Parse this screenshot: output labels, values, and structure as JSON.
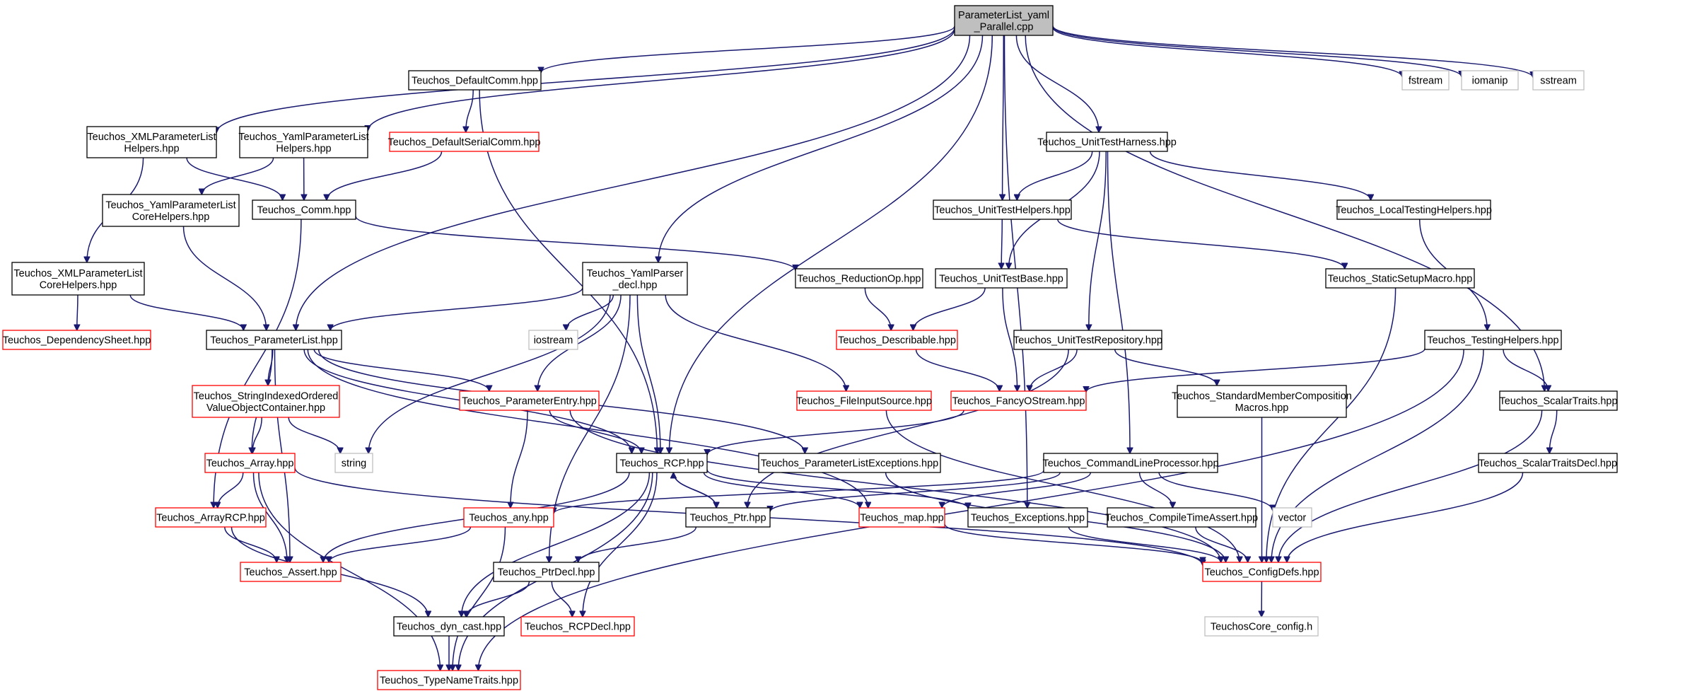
{
  "graph": {
    "title": "ParameterList_yaml_Parallel.cpp include dependency graph",
    "nodes": [
      {
        "id": "root",
        "lines": [
          "ParameterList_yaml",
          "_Parallel.cpp"
        ],
        "kind": "root"
      },
      {
        "id": "defcomm",
        "lines": [
          "Teuchos_DefaultComm.hpp"
        ],
        "kind": "normal"
      },
      {
        "id": "fstream",
        "lines": [
          "fstream"
        ],
        "kind": "system"
      },
      {
        "id": "iomanip",
        "lines": [
          "iomanip"
        ],
        "kind": "system"
      },
      {
        "id": "sstream",
        "lines": [
          "sstream"
        ],
        "kind": "system"
      },
      {
        "id": "xmlhelp",
        "lines": [
          "Teuchos_XMLParameterList",
          "Helpers.hpp"
        ],
        "kind": "normal"
      },
      {
        "id": "yamlhelp",
        "lines": [
          "Teuchos_YamlParameterList",
          "Helpers.hpp"
        ],
        "kind": "normal"
      },
      {
        "id": "defserial",
        "lines": [
          "Teuchos_DefaultSerialComm.hpp"
        ],
        "kind": "truncated"
      },
      {
        "id": "utharness",
        "lines": [
          "Teuchos_UnitTestHarness.hpp"
        ],
        "kind": "normal"
      },
      {
        "id": "yamlcore",
        "lines": [
          "Teuchos_YamlParameterList",
          "CoreHelpers.hpp"
        ],
        "kind": "normal"
      },
      {
        "id": "comm",
        "lines": [
          "Teuchos_Comm.hpp"
        ],
        "kind": "normal"
      },
      {
        "id": "uthelpers",
        "lines": [
          "Teuchos_UnitTestHelpers.hpp"
        ],
        "kind": "normal"
      },
      {
        "id": "localtest",
        "lines": [
          "Teuchos_LocalTestingHelpers.hpp"
        ],
        "kind": "normal"
      },
      {
        "id": "xmlcore",
        "lines": [
          "Teuchos_XMLParameterList",
          "CoreHelpers.hpp"
        ],
        "kind": "normal"
      },
      {
        "id": "yamlparser",
        "lines": [
          "Teuchos_YamlParser",
          "_decl.hpp"
        ],
        "kind": "normal"
      },
      {
        "id": "reduction",
        "lines": [
          "Teuchos_ReductionOp.hpp"
        ],
        "kind": "normal"
      },
      {
        "id": "utbase",
        "lines": [
          "Teuchos_UnitTestBase.hpp"
        ],
        "kind": "normal"
      },
      {
        "id": "staticsetup",
        "lines": [
          "Teuchos_StaticSetupMacro.hpp"
        ],
        "kind": "normal"
      },
      {
        "id": "depsheet",
        "lines": [
          "Teuchos_DependencySheet.hpp"
        ],
        "kind": "truncated"
      },
      {
        "id": "plist",
        "lines": [
          "Teuchos_ParameterList.hpp"
        ],
        "kind": "normal"
      },
      {
        "id": "iostream",
        "lines": [
          "iostream"
        ],
        "kind": "system"
      },
      {
        "id": "describable",
        "lines": [
          "Teuchos_Describable.hpp"
        ],
        "kind": "truncated"
      },
      {
        "id": "utrepo",
        "lines": [
          "Teuchos_UnitTestRepository.hpp"
        ],
        "kind": "normal"
      },
      {
        "id": "testhelpers",
        "lines": [
          "Teuchos_TestingHelpers.hpp"
        ],
        "kind": "normal"
      },
      {
        "id": "strindexed",
        "lines": [
          "Teuchos_StringIndexedOrdered",
          "ValueObjectContainer.hpp"
        ],
        "kind": "truncated"
      },
      {
        "id": "pentry",
        "lines": [
          "Teuchos_ParameterEntry.hpp"
        ],
        "kind": "truncated"
      },
      {
        "id": "fileinput",
        "lines": [
          "Teuchos_FileInputSource.hpp"
        ],
        "kind": "truncated"
      },
      {
        "id": "fancyostream",
        "lines": [
          "Teuchos_FancyOStream.hpp"
        ],
        "kind": "truncated"
      },
      {
        "id": "stdmember",
        "lines": [
          "Teuchos_StandardMemberComposition",
          "Macros.hpp"
        ],
        "kind": "normal"
      },
      {
        "id": "scalartraits",
        "lines": [
          "Teuchos_ScalarTraits.hpp"
        ],
        "kind": "normal"
      },
      {
        "id": "array",
        "lines": [
          "Teuchos_Array.hpp"
        ],
        "kind": "truncated"
      },
      {
        "id": "string",
        "lines": [
          "string"
        ],
        "kind": "system"
      },
      {
        "id": "rcp",
        "lines": [
          "Teuchos_RCP.hpp"
        ],
        "kind": "normal"
      },
      {
        "id": "plexcept",
        "lines": [
          "Teuchos_ParameterListExceptions.hpp"
        ],
        "kind": "normal"
      },
      {
        "id": "cmdline",
        "lines": [
          "Teuchos_CommandLineProcessor.hpp"
        ],
        "kind": "normal"
      },
      {
        "id": "scalartraitsdecl",
        "lines": [
          "Teuchos_ScalarTraitsDecl.hpp"
        ],
        "kind": "normal"
      },
      {
        "id": "arrayrcp",
        "lines": [
          "Teuchos_ArrayRCP.hpp"
        ],
        "kind": "truncated"
      },
      {
        "id": "any",
        "lines": [
          "Teuchos_any.hpp"
        ],
        "kind": "truncated"
      },
      {
        "id": "ptr",
        "lines": [
          "Teuchos_Ptr.hpp"
        ],
        "kind": "normal"
      },
      {
        "id": "map",
        "lines": [
          "Teuchos_map.hpp"
        ],
        "kind": "truncated"
      },
      {
        "id": "exceptions",
        "lines": [
          "Teuchos_Exceptions.hpp"
        ],
        "kind": "normal"
      },
      {
        "id": "compiletime",
        "lines": [
          "Teuchos_CompileTimeAssert.hpp"
        ],
        "kind": "normal"
      },
      {
        "id": "vector",
        "lines": [
          "vector"
        ],
        "kind": "system"
      },
      {
        "id": "assert",
        "lines": [
          "Teuchos_Assert.hpp"
        ],
        "kind": "truncated"
      },
      {
        "id": "ptrdecl",
        "lines": [
          "Teuchos_PtrDecl.hpp"
        ],
        "kind": "normal"
      },
      {
        "id": "configdefs",
        "lines": [
          "Teuchos_ConfigDefs.hpp"
        ],
        "kind": "truncated"
      },
      {
        "id": "dyncast",
        "lines": [
          "Teuchos_dyn_cast.hpp"
        ],
        "kind": "normal"
      },
      {
        "id": "rcpdecl",
        "lines": [
          "Teuchos_RCPDecl.hpp"
        ],
        "kind": "truncated"
      },
      {
        "id": "coreconfig",
        "lines": [
          "TeuchosCore_config.h"
        ],
        "kind": "system"
      },
      {
        "id": "typename",
        "lines": [
          "Teuchos_TypeNameTraits.hpp"
        ],
        "kind": "truncated"
      }
    ],
    "edges": [
      [
        "root",
        "defcomm"
      ],
      [
        "root",
        "fstream"
      ],
      [
        "root",
        "iomanip"
      ],
      [
        "root",
        "sstream"
      ],
      [
        "root",
        "xmlhelp"
      ],
      [
        "root",
        "yamlhelp"
      ],
      [
        "root",
        "utharness"
      ],
      [
        "root",
        "uthelpers"
      ],
      [
        "root",
        "plist"
      ],
      [
        "root",
        "yamlparser"
      ],
      [
        "root",
        "rcp"
      ],
      [
        "root",
        "exceptions"
      ],
      [
        "root",
        "scalartraits"
      ],
      [
        "defcomm",
        "defserial"
      ],
      [
        "defcomm",
        "rcp"
      ],
      [
        "xmlhelp",
        "xmlcore"
      ],
      [
        "xmlhelp",
        "comm"
      ],
      [
        "yamlhelp",
        "yamlcore"
      ],
      [
        "yamlhelp",
        "comm"
      ],
      [
        "defserial",
        "comm"
      ],
      [
        "utharness",
        "uthelpers"
      ],
      [
        "utharness",
        "utbase"
      ],
      [
        "utharness",
        "localtest"
      ],
      [
        "utharness",
        "utrepo"
      ],
      [
        "utharness",
        "cmdline"
      ],
      [
        "yamlcore",
        "plist"
      ],
      [
        "comm",
        "reduction"
      ],
      [
        "comm",
        "arrayrcp"
      ],
      [
        "uthelpers",
        "utbase"
      ],
      [
        "uthelpers",
        "staticsetup"
      ],
      [
        "localtest",
        "testhelpers"
      ],
      [
        "xmlcore",
        "depsheet"
      ],
      [
        "xmlcore",
        "plist"
      ],
      [
        "yamlparser",
        "plist"
      ],
      [
        "yamlparser",
        "iostream"
      ],
      [
        "yamlparser",
        "pentry"
      ],
      [
        "yamlparser",
        "fileinput"
      ],
      [
        "yamlparser",
        "rcp"
      ],
      [
        "yamlparser",
        "string"
      ],
      [
        "yamlparser",
        "ptrdecl"
      ],
      [
        "reduction",
        "describable"
      ],
      [
        "utbase",
        "describable"
      ],
      [
        "utbase",
        "fancyostream"
      ],
      [
        "staticsetup",
        "configdefs"
      ],
      [
        "plist",
        "strindexed"
      ],
      [
        "plist",
        "pentry"
      ],
      [
        "plist",
        "array"
      ],
      [
        "plist",
        "rcp"
      ],
      [
        "plist",
        "plexcept"
      ],
      [
        "plist",
        "map"
      ],
      [
        "plist",
        "assert"
      ],
      [
        "describable",
        "fancyostream"
      ],
      [
        "utrepo",
        "fancyostream"
      ],
      [
        "utrepo",
        "stdmember"
      ],
      [
        "utrepo",
        "ptr"
      ],
      [
        "testhelpers",
        "fancyostream"
      ],
      [
        "testhelpers",
        "scalartraits"
      ],
      [
        "testhelpers",
        "configdefs"
      ],
      [
        "testhelpers",
        "typename"
      ],
      [
        "strindexed",
        "array"
      ],
      [
        "strindexed",
        "string"
      ],
      [
        "pentry",
        "any"
      ],
      [
        "pentry",
        "rcp"
      ],
      [
        "pentry",
        "configdefs"
      ],
      [
        "fileinput",
        "configdefs"
      ],
      [
        "fancyostream",
        "rcp"
      ],
      [
        "stdmember",
        "configdefs"
      ],
      [
        "scalartraits",
        "scalartraitsdecl"
      ],
      [
        "scalartraits",
        "configdefs"
      ],
      [
        "array",
        "arrayrcp"
      ],
      [
        "array",
        "assert"
      ],
      [
        "array",
        "configdefs"
      ],
      [
        "array",
        "typename"
      ],
      [
        "rcp",
        "ptr"
      ],
      [
        "rcp",
        "assert"
      ],
      [
        "rcp",
        "exceptions"
      ],
      [
        "rcp",
        "map"
      ],
      [
        "rcp",
        "dyncast"
      ],
      [
        "rcp",
        "rcpdecl"
      ],
      [
        "rcp",
        "typename"
      ],
      [
        "plexcept",
        "configdefs"
      ],
      [
        "cmdline",
        "any"
      ],
      [
        "cmdline",
        "ptr"
      ],
      [
        "cmdline",
        "map"
      ],
      [
        "cmdline",
        "compiletime"
      ],
      [
        "cmdline",
        "vector"
      ],
      [
        "scalartraitsdecl",
        "configdefs"
      ],
      [
        "arrayrcp",
        "assert"
      ],
      [
        "arrayrcp",
        "dyncast"
      ],
      [
        "any",
        "assert"
      ],
      [
        "any",
        "typename"
      ],
      [
        "ptr",
        "rcp"
      ],
      [
        "ptr",
        "ptrdecl"
      ],
      [
        "map",
        "configdefs"
      ],
      [
        "exceptions",
        "configdefs"
      ],
      [
        "compiletime",
        "configdefs"
      ],
      [
        "ptrdecl",
        "dyncast"
      ],
      [
        "ptrdecl",
        "rcpdecl"
      ],
      [
        "configdefs",
        "coreconfig"
      ],
      [
        "dyncast",
        "typename"
      ]
    ],
    "colors": {
      "edge": "#191970",
      "normal_border": "#000000",
      "truncated_border": "#ff0000",
      "system_border": "#bfbfbf",
      "root_fill": "#bfbfbf",
      "normal_fill": "#ffffff"
    }
  }
}
